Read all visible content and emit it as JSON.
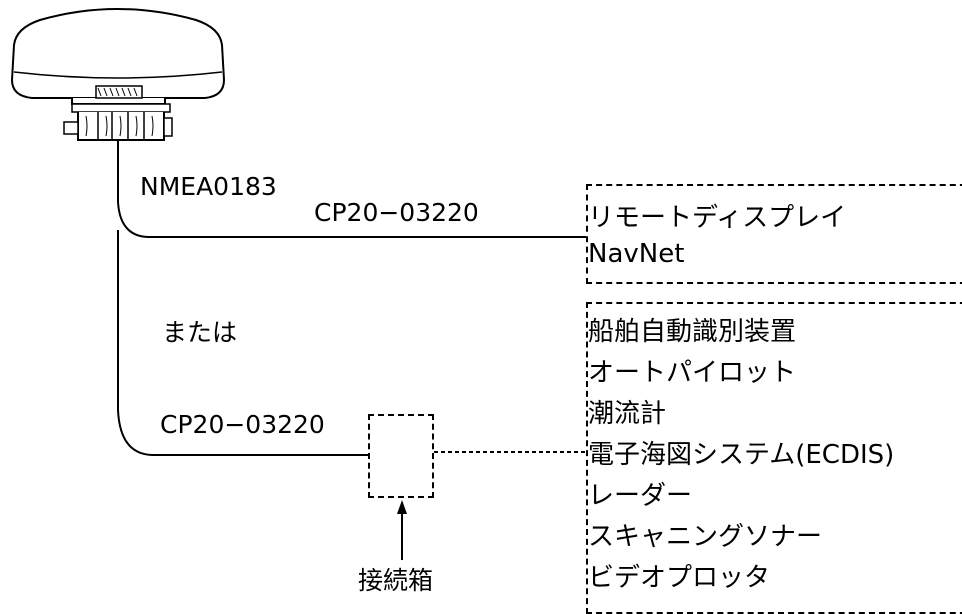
{
  "labels": {
    "nmea": "NMEA0183",
    "cable_top": "CP20−03220",
    "or": "または",
    "cable_bottom": "CP20−03220",
    "junction_box": "接続箱"
  },
  "box_top": {
    "items": [
      "リモートディスプレイ",
      "NavNet"
    ]
  },
  "box_bottom": {
    "items": [
      "船舶自動識別装置",
      "オートパイロット",
      "潮流計",
      "電子海図システム(ECDIS)",
      "レーダー",
      "スキャニングソナー",
      "ビデオプロッタ"
    ]
  },
  "icons": {
    "antenna": "gps-antenna-icon",
    "arrow": "arrow-up-icon"
  },
  "colors": {
    "line": "#000000",
    "background": "#ffffff"
  }
}
